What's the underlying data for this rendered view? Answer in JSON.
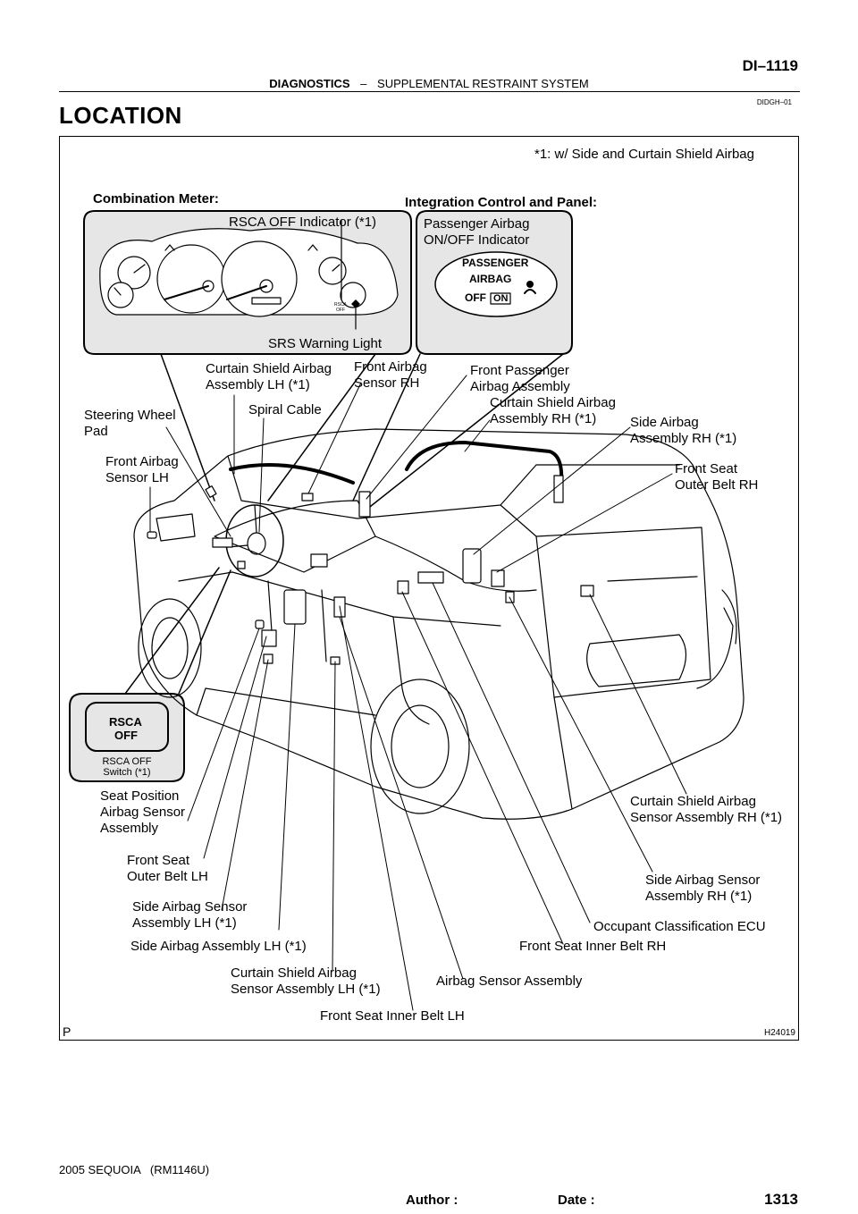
{
  "header": {
    "section": "DIAGNOSTICS",
    "separator": "–",
    "subsection": "SUPPLEMENTAL RESTRAINT SYSTEM",
    "page_id": "DI–1119",
    "doc_code": "DIDGH–01"
  },
  "title": "LOCATION",
  "figure": {
    "note": "*1: w/ Side and Curtain Shield Airbag",
    "combination_meter_title": "Combination Meter:",
    "integration_panel_title": "Integration Control and Panel:",
    "meter_text": {
      "rsca": "RSCA",
      "off": "OFF"
    },
    "panel_indicator": {
      "line1": "PASSENGER",
      "line2": "AIRBAG",
      "off": "OFF",
      "on": "ON"
    },
    "switch_button": {
      "line1": "RSCA",
      "line2": "OFF"
    },
    "labels": {
      "rsca_off_indicator": "RSCA OFF Indicator (*1)",
      "passenger_airbag_indicator": "Passenger Airbag\nON/OFF Indicator",
      "srs_warning_light": "SRS Warning Light",
      "curtain_shield_lh": "Curtain Shield Airbag\nAssembly LH (*1)",
      "front_airbag_sensor_rh": "Front Airbag\nSensor RH",
      "front_passenger_airbag": "Front Passenger\nAirbag Assembly",
      "curtain_shield_rh": "Curtain Shield Airbag\nAssembly RH (*1)",
      "steering_wheel_pad": "Steering Wheel\nPad",
      "spiral_cable": "Spiral Cable",
      "side_airbag_rh": "Side Airbag\nAssembly RH (*1)",
      "front_airbag_sensor_lh": "Front Airbag\nSensor LH",
      "front_seat_outer_belt_rh": "Front Seat\nOuter Belt RH",
      "rsca_off_switch": "RSCA OFF\nSwitch (*1)",
      "seat_position_sensor": "Seat Position\nAirbag Sensor\nAssembly",
      "curtain_shield_sensor_rh": "Curtain Shield Airbag\nSensor Assembly RH (*1)",
      "front_seat_outer_belt_lh": "Front Seat\nOuter Belt LH",
      "side_airbag_sensor_rh": "Side Airbag Sensor\nAssembly RH (*1)",
      "side_airbag_sensor_lh": "Side Airbag Sensor\nAssembly LH (*1)",
      "occupant_classification_ecu": "Occupant Classification ECU",
      "side_airbag_lh": "Side Airbag Assembly LH (*1)",
      "front_seat_inner_belt_rh": "Front Seat Inner Belt RH",
      "curtain_shield_sensor_lh": "Curtain Shield Airbag\nSensor Assembly LH (*1)",
      "airbag_sensor_assembly": "Airbag Sensor Assembly",
      "front_seat_inner_belt_lh": "Front Seat Inner Belt LH"
    },
    "corner_letter": "P",
    "figure_code": "H24019"
  },
  "footer": {
    "model": "2005 SEQUOIA   (RM1146U)",
    "author_label": "Author :",
    "date_label": "Date :",
    "page_number": "1313"
  },
  "colors": {
    "ink": "#000000",
    "paper": "#ffffff",
    "panel_fill": "#e6e6e6"
  }
}
